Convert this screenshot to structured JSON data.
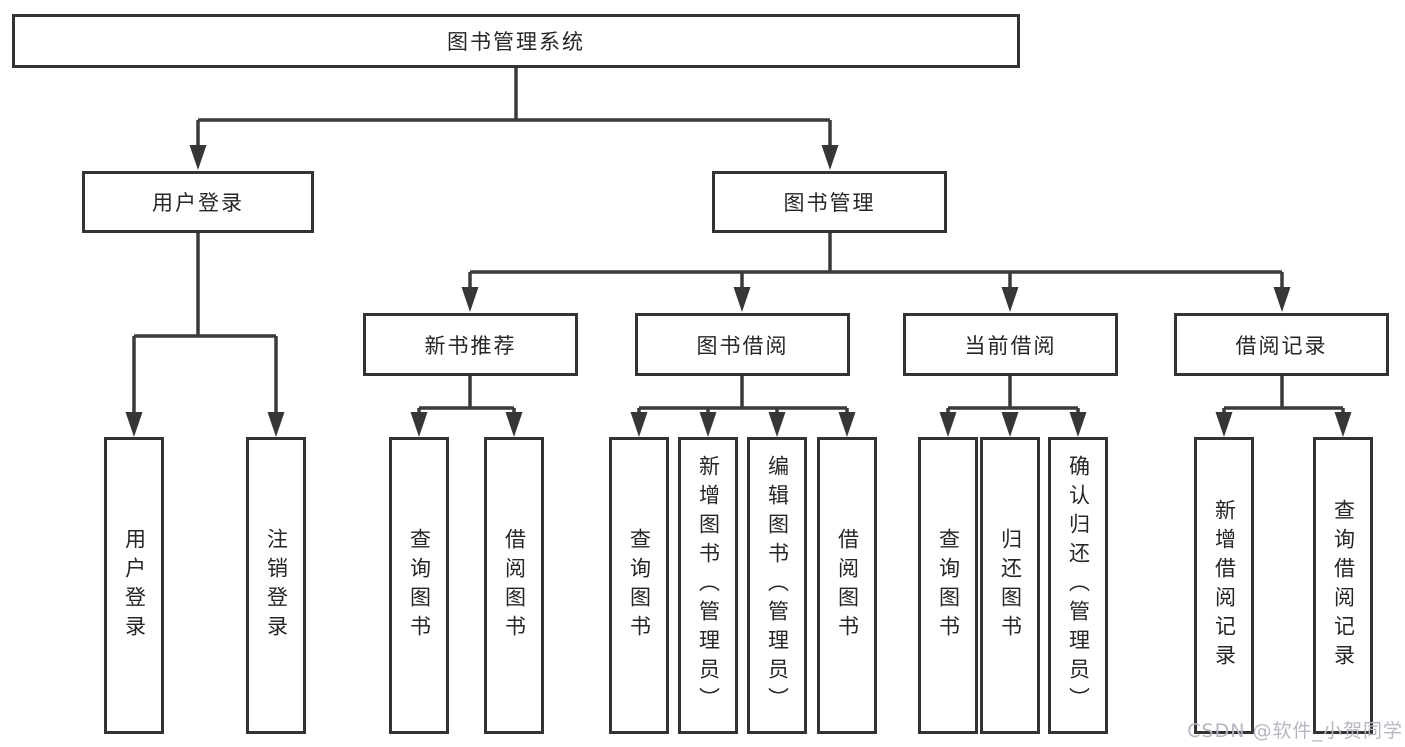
{
  "diagram": {
    "root": {
      "label": "图书管理系统"
    },
    "user_login": {
      "label": "用户登录",
      "children": [
        {
          "label": "用户登录"
        },
        {
          "label": "注销登录"
        }
      ]
    },
    "book_mgmt": {
      "label": "图书管理",
      "children": [
        {
          "label": "新书推荐",
          "children": [
            {
              "label": "查询图书"
            },
            {
              "label": "借阅图书"
            }
          ]
        },
        {
          "label": "图书借阅",
          "children": [
            {
              "label": "查询图书"
            },
            {
              "label": "新增图书（管理员）"
            },
            {
              "label": "编辑图书（管理员）"
            },
            {
              "label": "借阅图书"
            }
          ]
        },
        {
          "label": "当前借阅",
          "children": [
            {
              "label": "查询图书"
            },
            {
              "label": "归还图书"
            },
            {
              "label": "确认归还（管理员）"
            }
          ]
        },
        {
          "label": "借阅记录",
          "children": [
            {
              "label": "新增借阅记录"
            },
            {
              "label": "查询借阅记录"
            }
          ]
        }
      ]
    }
  },
  "watermark": "CSDN @软件_小贺同学",
  "colors": {
    "line": "#3a3a3a",
    "box_border": "#333333",
    "text": "#262626",
    "watermark": "#b6b7c3",
    "background": "#ffffff"
  }
}
